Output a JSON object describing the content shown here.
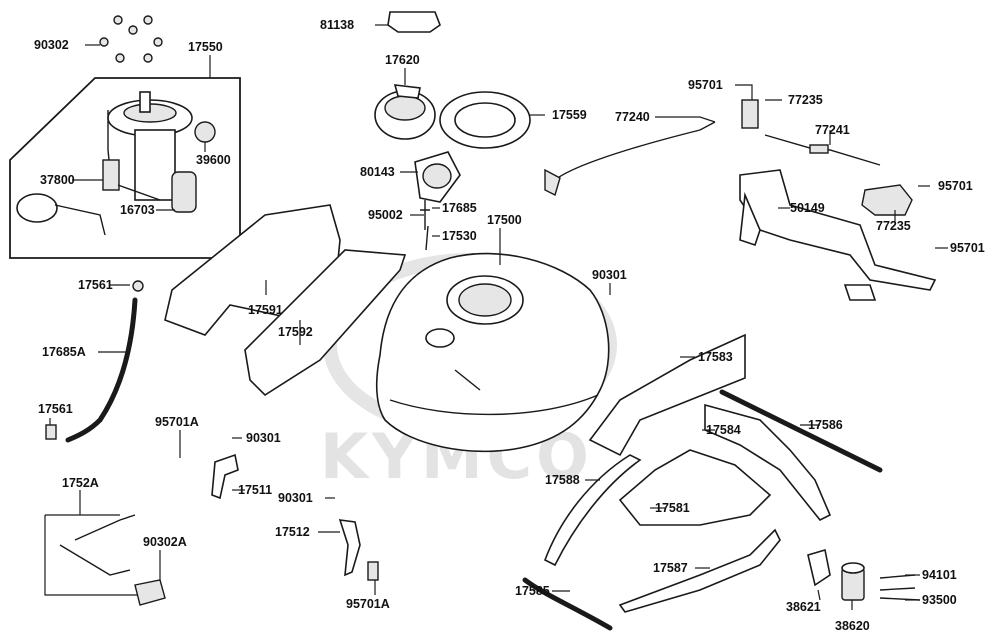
{
  "brand_watermark": "KYMCO",
  "callouts": {
    "p81138": "81138",
    "p90302_top": "90302",
    "p17550": "17550",
    "p39600": "39600",
    "p37800": "37800",
    "p16703": "16703",
    "p17620": "17620",
    "p17559": "17559",
    "p77240": "77240",
    "p95701_a": "95701",
    "p77235_a": "77235",
    "p77241": "77241",
    "p95701_b": "95701",
    "p80143": "80143",
    "p17685": "17685",
    "p95002": "95002",
    "p17530": "17530",
    "p17500": "17500",
    "p50149": "50149",
    "p77235_b": "77235",
    "p95701_c": "95701",
    "p17561_a": "17561",
    "p90301_a": "90301",
    "p17591": "17591",
    "p17592": "17592",
    "p17685A": "17685A",
    "p17583": "17583",
    "p17561_b": "17561",
    "p95701A_a": "95701A",
    "p90301_b": "90301",
    "p17584": "17584",
    "p17586": "17586",
    "p17511": "17511",
    "p1752A": "1752A",
    "p90301_c": "90301",
    "p17588": "17588",
    "p17581": "17581",
    "p17512": "17512",
    "p90302A": "90302A",
    "p17587": "17587",
    "p94101": "94101",
    "p17585": "17585",
    "p38621": "38621",
    "p93500": "93500",
    "p95701A_b": "95701A",
    "p38620": "38620"
  }
}
